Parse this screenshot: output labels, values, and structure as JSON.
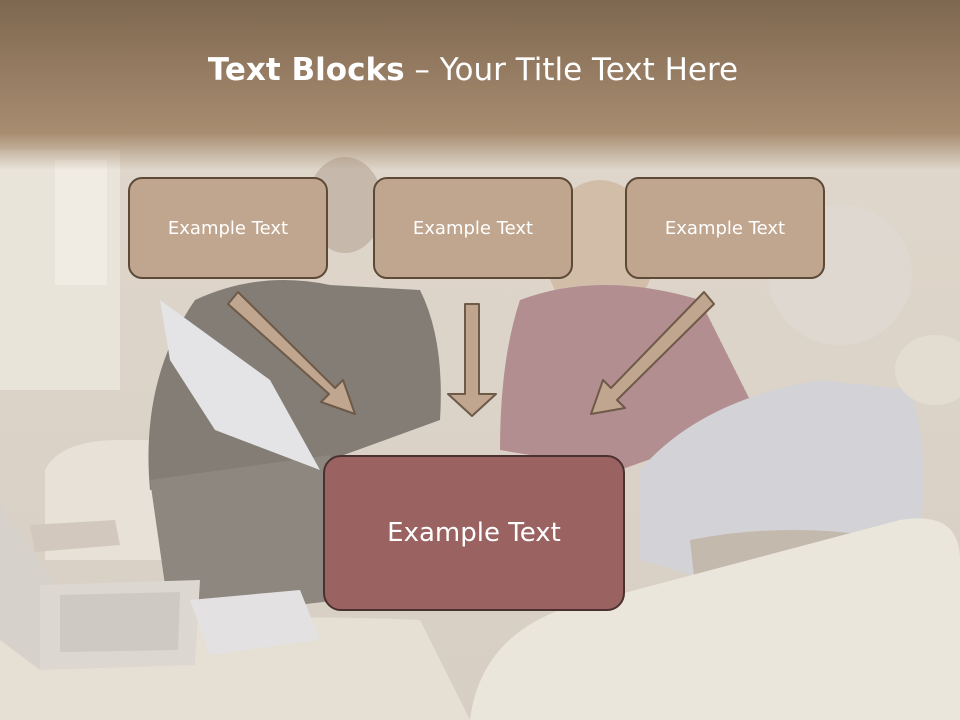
{
  "title": {
    "bold": "Text Blocks",
    "separator": " – ",
    "rest": "Your Title Text Here"
  },
  "blocks": {
    "top": [
      "Example Text",
      "Example Text",
      "Example Text"
    ],
    "main": "Example Text"
  },
  "colors": {
    "header_band": "#8c7357",
    "top_box_fill": "#c0a68e",
    "top_box_border": "#5c4936",
    "main_box_fill": "#9a6362",
    "main_box_border": "#4a3130",
    "arrow_fill": "#c0a68e",
    "arrow_stroke": "#6e5a48"
  }
}
